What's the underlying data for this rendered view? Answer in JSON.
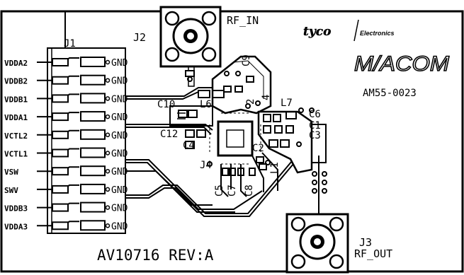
{
  "board": {
    "name": "AV10716 REV:A",
    "part_number": "AM55-0023",
    "brand_tyco": "tyco",
    "brand_electronics": "Electronics",
    "brand_macom": "M/ACOM"
  },
  "connectors": {
    "j1": "J1",
    "j2": "J2",
    "j3": "J3",
    "j4": "J4",
    "rf_in": "RF_IN",
    "rf_out": "RF_OUT"
  },
  "pins": [
    {
      "signal": "VDDA2",
      "gnd": "GND"
    },
    {
      "signal": "VDDB2",
      "gnd": "GND"
    },
    {
      "signal": "VDDB1",
      "gnd": "GND"
    },
    {
      "signal": "VDDA1",
      "gnd": "GND"
    },
    {
      "signal": "VCTL2",
      "gnd": "GND"
    },
    {
      "signal": "VCTL1",
      "gnd": "GND"
    },
    {
      "signal": "VSW",
      "gnd": "GND"
    },
    {
      "signal": "SWV",
      "gnd": "GND"
    },
    {
      "signal": "VDDB3",
      "gnd": "GND"
    },
    {
      "signal": "VDDA3",
      "gnd": "GND"
    }
  ],
  "components": {
    "c9": "C9",
    "c10": "C10",
    "l6": "L6",
    "l7": "L7",
    "c6": "C6",
    "c1": "C1",
    "c3": "C3",
    "c12": "C12",
    "c4": "C4",
    "c2": "C2",
    "l1": "L1",
    "c5": "C5",
    "c7": "C7",
    "c8": "C8",
    "r2": "2",
    "r4": "4"
  }
}
